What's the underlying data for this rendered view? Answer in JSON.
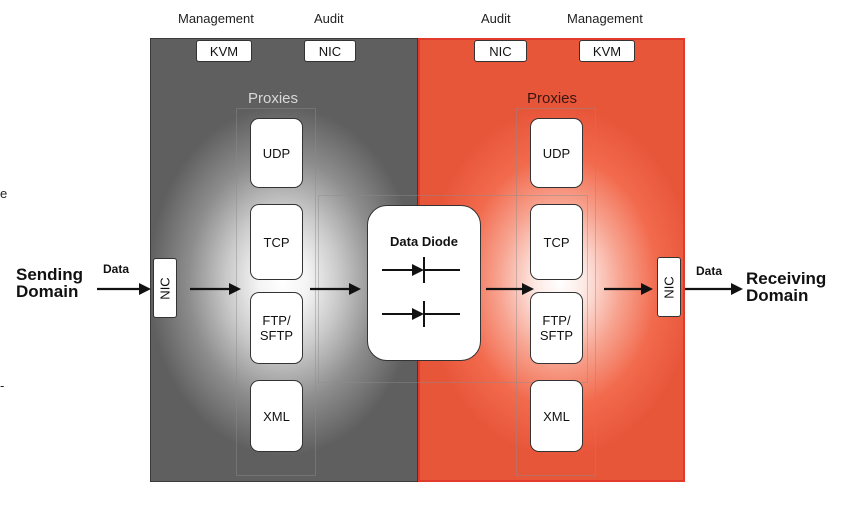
{
  "top_labels": {
    "left_management": "Management",
    "left_audit": "Audit",
    "right_audit": "Audit",
    "right_management": "Management"
  },
  "left_panel": {
    "kvm": "KVM",
    "nic": "NIC",
    "proxies_title": "Proxies",
    "proxies": [
      "UDP",
      "TCP",
      "FTP/\nSFTP",
      "XML"
    ]
  },
  "right_panel": {
    "nic": "NIC",
    "kvm": "KVM",
    "proxies_title": "Proxies",
    "proxies": [
      "UDP",
      "TCP",
      "FTP/\nSFTP",
      "XML"
    ]
  },
  "diode": {
    "label": "Data Diode"
  },
  "sending": {
    "line1": "Sending",
    "line2": "Domain",
    "data_label": "Data",
    "nic": "NIC"
  },
  "receiving": {
    "line1": "Receiving",
    "line2": "Domain",
    "data_label": "Data",
    "nic": "NIC"
  },
  "edge_marks": {
    "top": "e",
    "bottom": "-"
  },
  "colors": {
    "left_panel": "#5f5f5f",
    "right_panel": "#e8563a",
    "right_border": "#e23a2b"
  }
}
